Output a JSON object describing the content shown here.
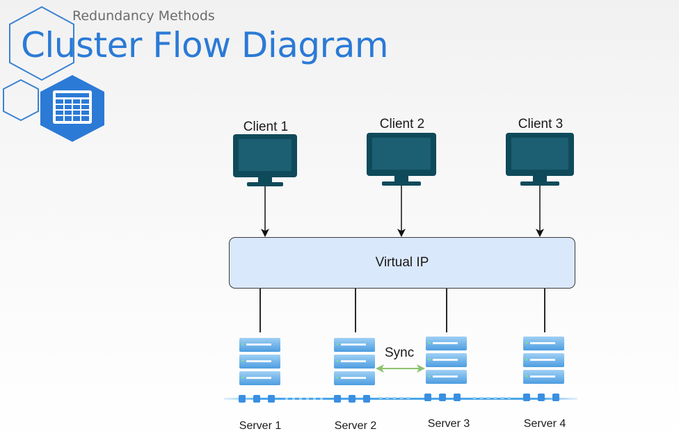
{
  "header": {
    "subtitle": "Redundancy Methods",
    "title": "Cluster Flow Diagram"
  },
  "diagram": {
    "clients": [
      {
        "label": "Client 1"
      },
      {
        "label": "Client 2"
      },
      {
        "label": "Client 3"
      }
    ],
    "virtual_ip": {
      "label": "Virtual IP"
    },
    "servers": [
      {
        "label": "Server 1"
      },
      {
        "label": "Server 2"
      },
      {
        "label": "Server 3"
      },
      {
        "label": "Server 4"
      }
    ],
    "sync": {
      "label": "Sync"
    }
  },
  "colors": {
    "title": "#2b7ad6",
    "hex_icon": "#2b7ad6",
    "monitor": "#0f4a5b",
    "virtual_ip_fill": "#dae8fc",
    "sync_arrow": "#8dc26f",
    "server_body": "#6aaee8",
    "network_line": "#3aa0e8"
  },
  "icons": {
    "header_icon": "table-icon",
    "client_icon": "monitor-icon",
    "server_icon": "server-icon"
  }
}
